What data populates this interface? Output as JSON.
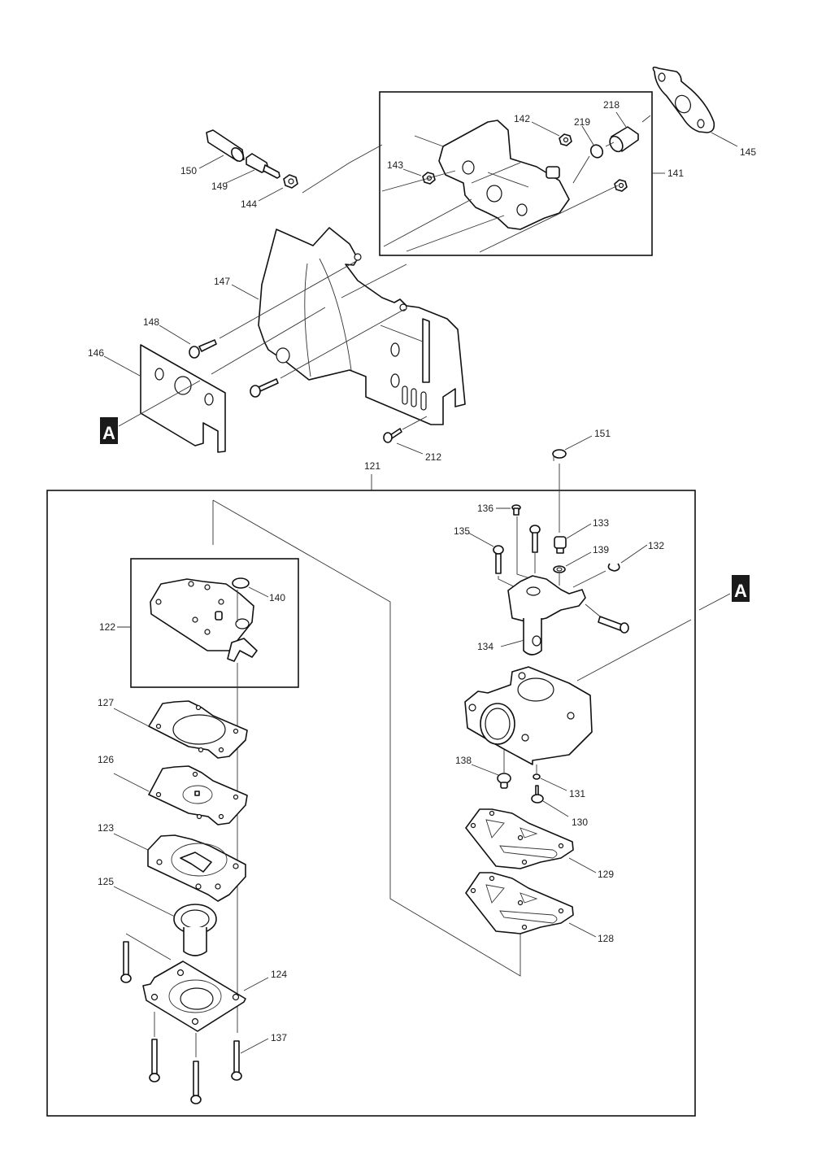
{
  "diagram": {
    "title": "Carburetor / Insulator exploded parts diagram",
    "reference_marker": "A",
    "labels": {
      "p121": "121",
      "p122": "122",
      "p123": "123",
      "p124": "124",
      "p125": "125",
      "p126": "126",
      "p127": "127",
      "p128": "128",
      "p129": "129",
      "p130": "130",
      "p131": "131",
      "p132": "132",
      "p133": "133",
      "p134": "134",
      "p135": "135",
      "p136": "136",
      "p137": "137",
      "p138": "138",
      "p139": "139",
      "p140": "140",
      "p141": "141",
      "p142": "142",
      "p143": "143",
      "p144": "144",
      "p145": "145",
      "p146": "146",
      "p147": "147",
      "p148": "148",
      "p149": "149",
      "p150": "150",
      "p151": "151",
      "p212": "212",
      "p218": "218",
      "p219": "219"
    }
  }
}
